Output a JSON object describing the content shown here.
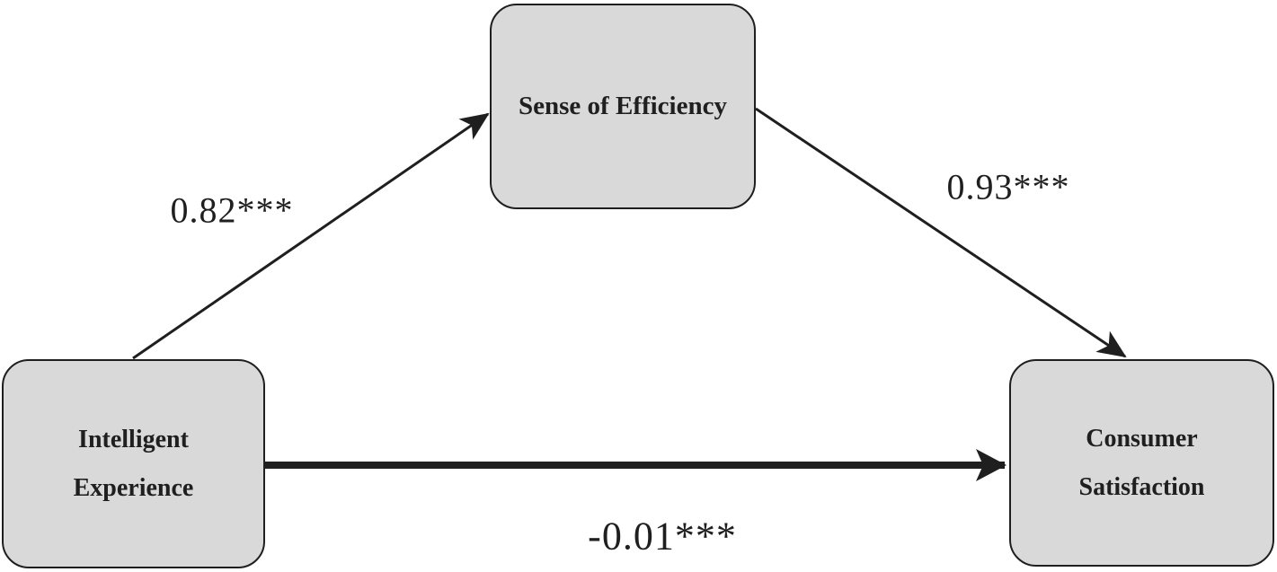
{
  "diagram": {
    "type": "mediation-path-model",
    "nodes": {
      "predictor": {
        "line1": "Intelligent",
        "line2": "Experience"
      },
      "mediator": {
        "label": "Sense of Efficiency"
      },
      "outcome": {
        "line1": "Consumer",
        "line2": "Satisfaction"
      }
    },
    "paths": [
      {
        "id": "a",
        "from": "Intelligent Experience",
        "to": "Sense of Efficiency",
        "coefficient": "0.82***",
        "style": "thin"
      },
      {
        "id": "b",
        "from": "Sense of Efficiency",
        "to": "Consumer Satisfaction",
        "coefficient": "0.93***",
        "style": "thin"
      },
      {
        "id": "c",
        "from": "Intelligent Experience",
        "to": "Consumer Satisfaction",
        "coefficient": "-0.01***",
        "style": "thick"
      }
    ],
    "colors": {
      "node_fill": "#d9d9d9",
      "node_border": "#1f1f1f",
      "arrow": "#1f1f1f",
      "background": "#ffffff",
      "text": "#1f1f1f"
    }
  }
}
